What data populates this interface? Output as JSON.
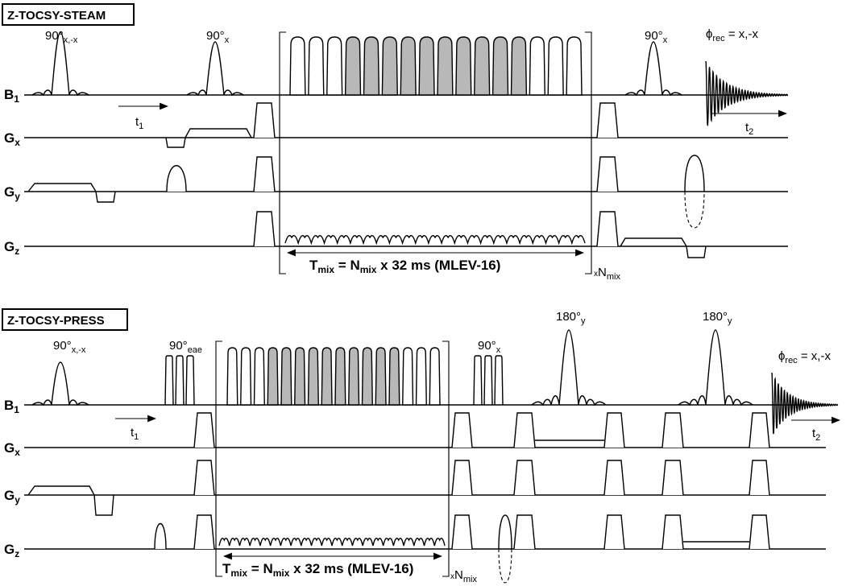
{
  "steam": {
    "title": "Z-TOCSY-STEAM",
    "channels": [
      "B",
      "G",
      "G",
      "G"
    ],
    "channel_subs": [
      "1",
      "x",
      "y",
      "z"
    ],
    "pulse1": {
      "angle": "90°",
      "phase": "x,-x"
    },
    "pulse2": {
      "angle": "90°",
      "phase": "x"
    },
    "pulse3": {
      "angle": "90°",
      "phase": "x"
    },
    "t1": {
      "main": "t",
      "sub": "1"
    },
    "t2": {
      "main": "t",
      "sub": "2"
    },
    "phi_rec": {
      "phi": "ϕ",
      "sub": "rec",
      "value": " = x,-x"
    },
    "tmix": {
      "a": "T",
      "a_sub": "mix",
      "b": " = N",
      "b_sub": "mix",
      "c": " x 32 ms (MLEV-16)"
    },
    "nmix": {
      "pre": "x",
      "main": "N",
      "sub": "mix"
    }
  },
  "press": {
    "title": "Z-TOCSY-PRESS",
    "channels": [
      "B",
      "G",
      "G",
      "G"
    ],
    "channel_subs": [
      "1",
      "x",
      "y",
      "z"
    ],
    "pulse1": {
      "angle": "90°",
      "phase": "x,-x"
    },
    "pulse2": {
      "angle": "90°",
      "phase": "eae"
    },
    "pulse3": {
      "angle": "90°",
      "phase": "x"
    },
    "pulse4": {
      "angle": "180°",
      "phase": "y"
    },
    "pulse5": {
      "angle": "180°",
      "phase": "y"
    },
    "t1": {
      "main": "t",
      "sub": "1"
    },
    "t2": {
      "main": "t",
      "sub": "2"
    },
    "phi_rec": {
      "phi": "ϕ",
      "sub": "rec",
      "value": " = x,-x"
    },
    "tmix": {
      "a": "T",
      "a_sub": "mix",
      "b": " = N",
      "b_sub": "mix",
      "c": " x 32 ms (MLEV-16)"
    },
    "nmix": {
      "pre": "x",
      "main": "N",
      "sub": "mix"
    }
  }
}
